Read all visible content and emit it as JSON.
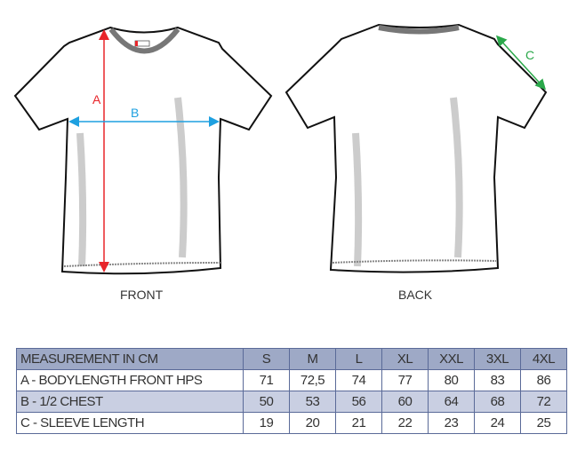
{
  "figure": {
    "front_label": "FRONT",
    "back_label": "BACK",
    "markers": {
      "a": "A",
      "b": "B",
      "c": "C"
    },
    "colors": {
      "a": "#e8252a",
      "b": "#1ea0e0",
      "c": "#2aa84a"
    }
  },
  "table": {
    "header": [
      "MEASUREMENT IN CM",
      "S",
      "M",
      "L",
      "XL",
      "XXL",
      "3XL",
      "4XL"
    ],
    "rows": [
      [
        "A - BODYLENGTH FRONT HPS",
        "71",
        "72,5",
        "74",
        "77",
        "80",
        "83",
        "86"
      ],
      [
        "B - 1/2 CHEST",
        "50",
        "53",
        "56",
        "60",
        "64",
        "68",
        "72"
      ],
      [
        "C - SLEEVE LENGTH",
        "19",
        "20",
        "21",
        "22",
        "23",
        "24",
        "25"
      ]
    ]
  }
}
